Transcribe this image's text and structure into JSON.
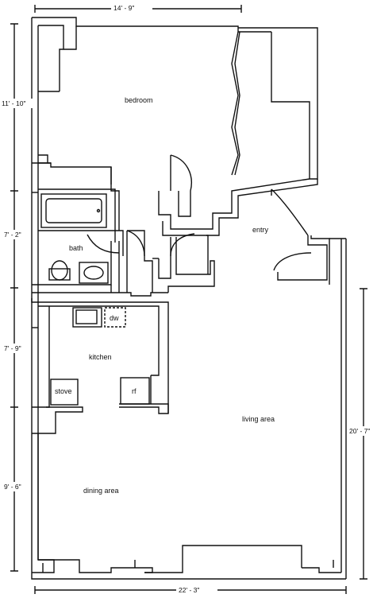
{
  "rooms": {
    "bedroom": "bedroom",
    "bath": "bath",
    "entry": "entry",
    "kitchen": "kitchen",
    "living": "living area",
    "dining": "dining area"
  },
  "fixtures": {
    "dishwasher": "dw",
    "stove": "stove",
    "refrigerator": "rf"
  },
  "dimensions": {
    "top_width": "14' - 9\"",
    "bottom_width": "22' - 3\"",
    "bedroom_height": "11' - 10\"",
    "bath_height": "7' - 2\"",
    "kitchen_height": "7' - 9\"",
    "dining_height": "9' - 6\"",
    "living_height": "20' - 7\""
  }
}
